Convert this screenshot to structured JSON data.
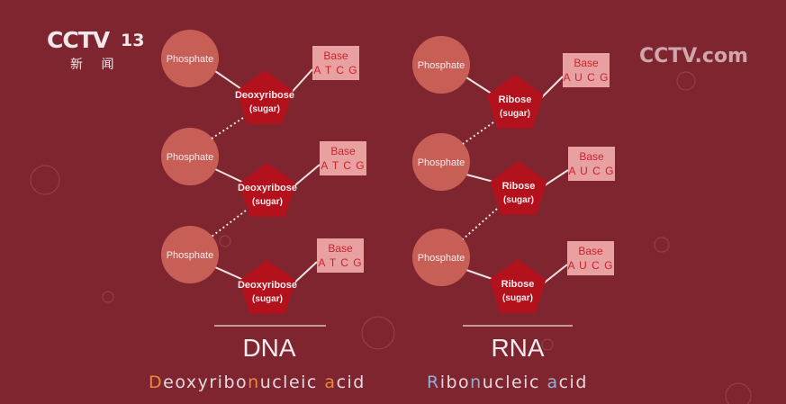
{
  "broadcaster": {
    "logo_text": "CCTV",
    "channel_number": "13",
    "channel_name": "新 闻",
    "watermark": "CCTV.com"
  },
  "colors": {
    "background": "#7e2530",
    "phosphate": "#c85f56",
    "sugar": "#b3121c",
    "base_box": "#e8a0a0",
    "base_text": "#c8242c",
    "bond": "#f2e2e4",
    "text_light": "#f5ecee",
    "highlight_dna": "#e8893c",
    "highlight_rna": "#8fb0d8"
  },
  "dna": {
    "title": "DNA",
    "full_name_parts": [
      {
        "text": "D",
        "highlight": true
      },
      {
        "text": "eoxyribo",
        "highlight": false
      },
      {
        "text": "n",
        "highlight": true
      },
      {
        "text": "ucleic ",
        "highlight": false
      },
      {
        "text": "a",
        "highlight": true
      },
      {
        "text": "cid",
        "highlight": false
      }
    ],
    "nucleotides": [
      {
        "phosphate": "Phosphate",
        "sugar_name": "Deoxyribose",
        "sugar_type": "(sugar)",
        "base_label": "Base",
        "bases": "A T C G"
      },
      {
        "phosphate": "Phosphate",
        "sugar_name": "Deoxyribose",
        "sugar_type": "(sugar)",
        "base_label": "Base",
        "bases": "A T C G"
      },
      {
        "phosphate": "Phosphate",
        "sugar_name": "Deoxyribose",
        "sugar_type": "(sugar)",
        "base_label": "Base",
        "bases": "A T C G"
      }
    ]
  },
  "rna": {
    "title": "RNA",
    "full_name_parts": [
      {
        "text": "R",
        "highlight": true
      },
      {
        "text": "ibo",
        "highlight": false
      },
      {
        "text": "n",
        "highlight": true
      },
      {
        "text": "ucleic ",
        "highlight": false
      },
      {
        "text": "a",
        "highlight": true
      },
      {
        "text": "cid",
        "highlight": false
      }
    ],
    "nucleotides": [
      {
        "phosphate": "Phosphate",
        "sugar_name": "Ribose",
        "sugar_type": "(sugar)",
        "base_label": "Base",
        "bases": "A U C G"
      },
      {
        "phosphate": "Phosphate",
        "sugar_name": "Ribose",
        "sugar_type": "(sugar)",
        "base_label": "Base",
        "bases": "A U C G"
      },
      {
        "phosphate": "Phosphate",
        "sugar_name": "Ribose",
        "sugar_type": "(sugar)",
        "base_label": "Base",
        "bases": "A U C G"
      }
    ]
  }
}
